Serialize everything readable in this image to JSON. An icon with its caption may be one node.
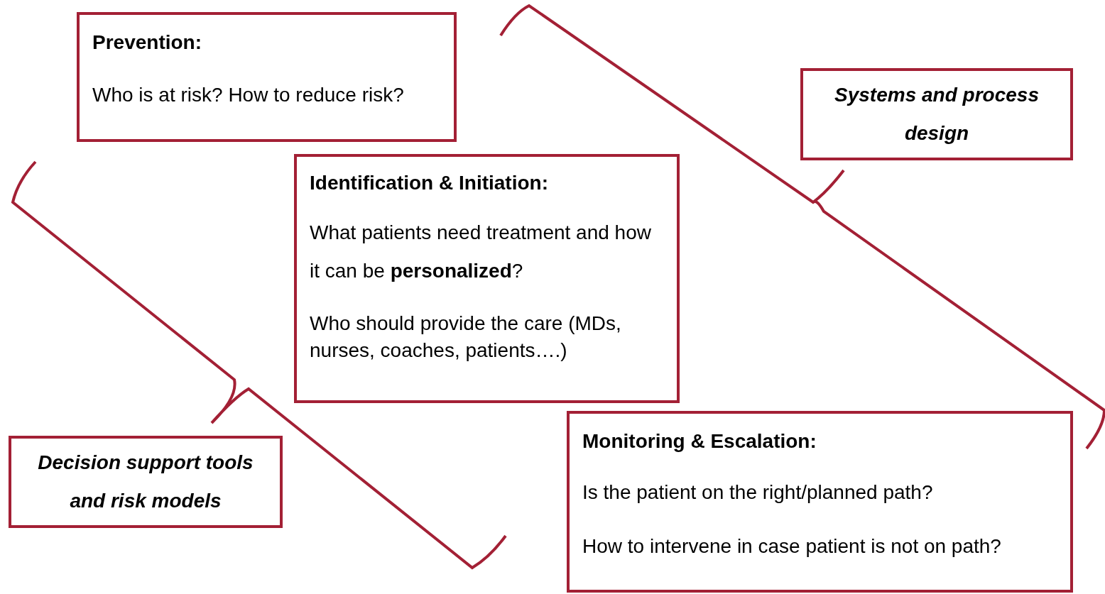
{
  "diagram": {
    "nodes": [
      {
        "text": [
          "Prevention:",
          "Who is at risk? How to reduce risk?"
        ]
      },
      {
        "text": [
          "Systems and process design"
        ]
      },
      {
        "text": [
          "Identification & Initiation:",
          "What patients need treatment and how it can be **personalized**?",
          "Who should provide the care (MDs, nurses, coaches, patients….)"
        ]
      },
      {
        "text": [
          "Decision support tools and risk models"
        ]
      },
      {
        "text": [
          "Monitoring & Escalation:",
          "Is the patient on the right/planned path?",
          "How to intervene in case patient is not on path?"
        ]
      }
    ]
  }
}
